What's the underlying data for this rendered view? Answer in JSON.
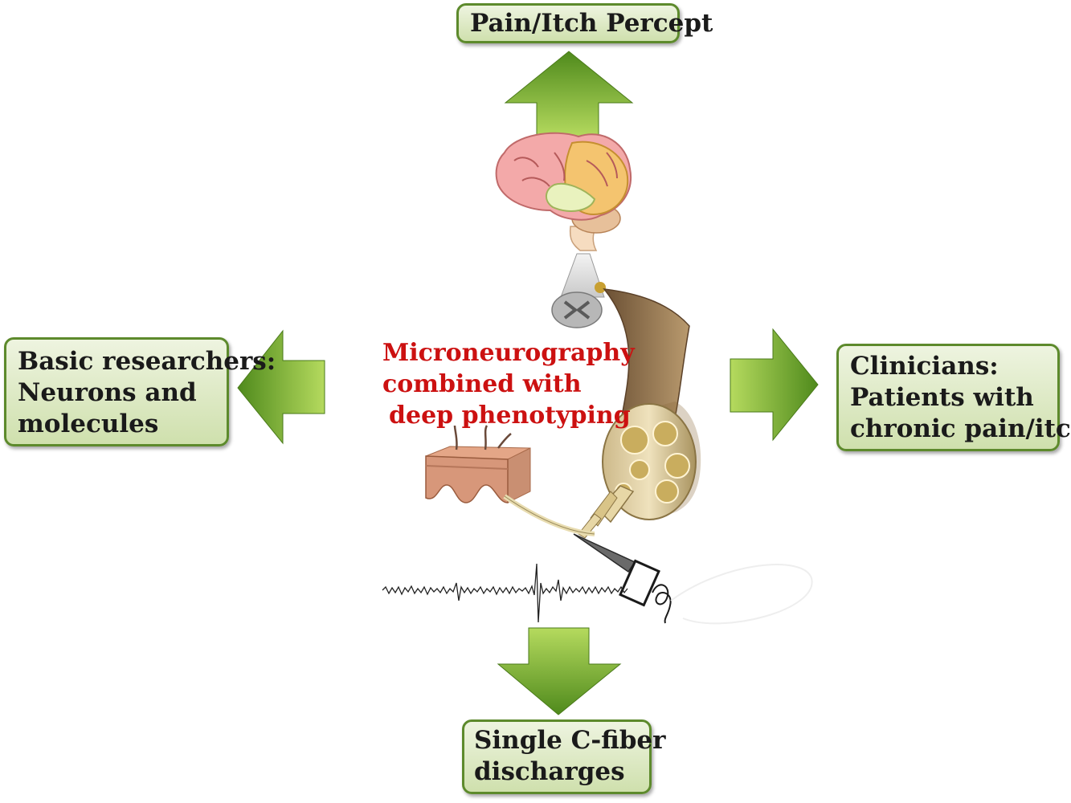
{
  "top_box": {
    "lines": [
      "Pain/Itch Percept"
    ]
  },
  "left_box": {
    "lines": [
      "Basic researchers:",
      "Neurons and",
      "molecules"
    ]
  },
  "right_box": {
    "lines": [
      "Clinicians:",
      "Patients with",
      "chronic pain/itch"
    ]
  },
  "bottom_box": {
    "lines": [
      "Single C-fiber",
      "discharges"
    ]
  },
  "center_text": {
    "lines": [
      "Microneurography",
      "combined with",
      "deep phenotyping"
    ]
  },
  "colors": {
    "box_border": "#5d8a2c",
    "box_fill_light": "#eef4e0",
    "box_fill_dark": "#cfe0ad",
    "arrow_light": "#a9d24e",
    "arrow_dark": "#4f8a1c",
    "center_text": "#cc1111"
  },
  "icons": [
    "brain-icon",
    "spinal-cord-icon",
    "nerve-bundle-icon",
    "skin-block-icon",
    "electrode-icon",
    "neural-recording-trace"
  ]
}
